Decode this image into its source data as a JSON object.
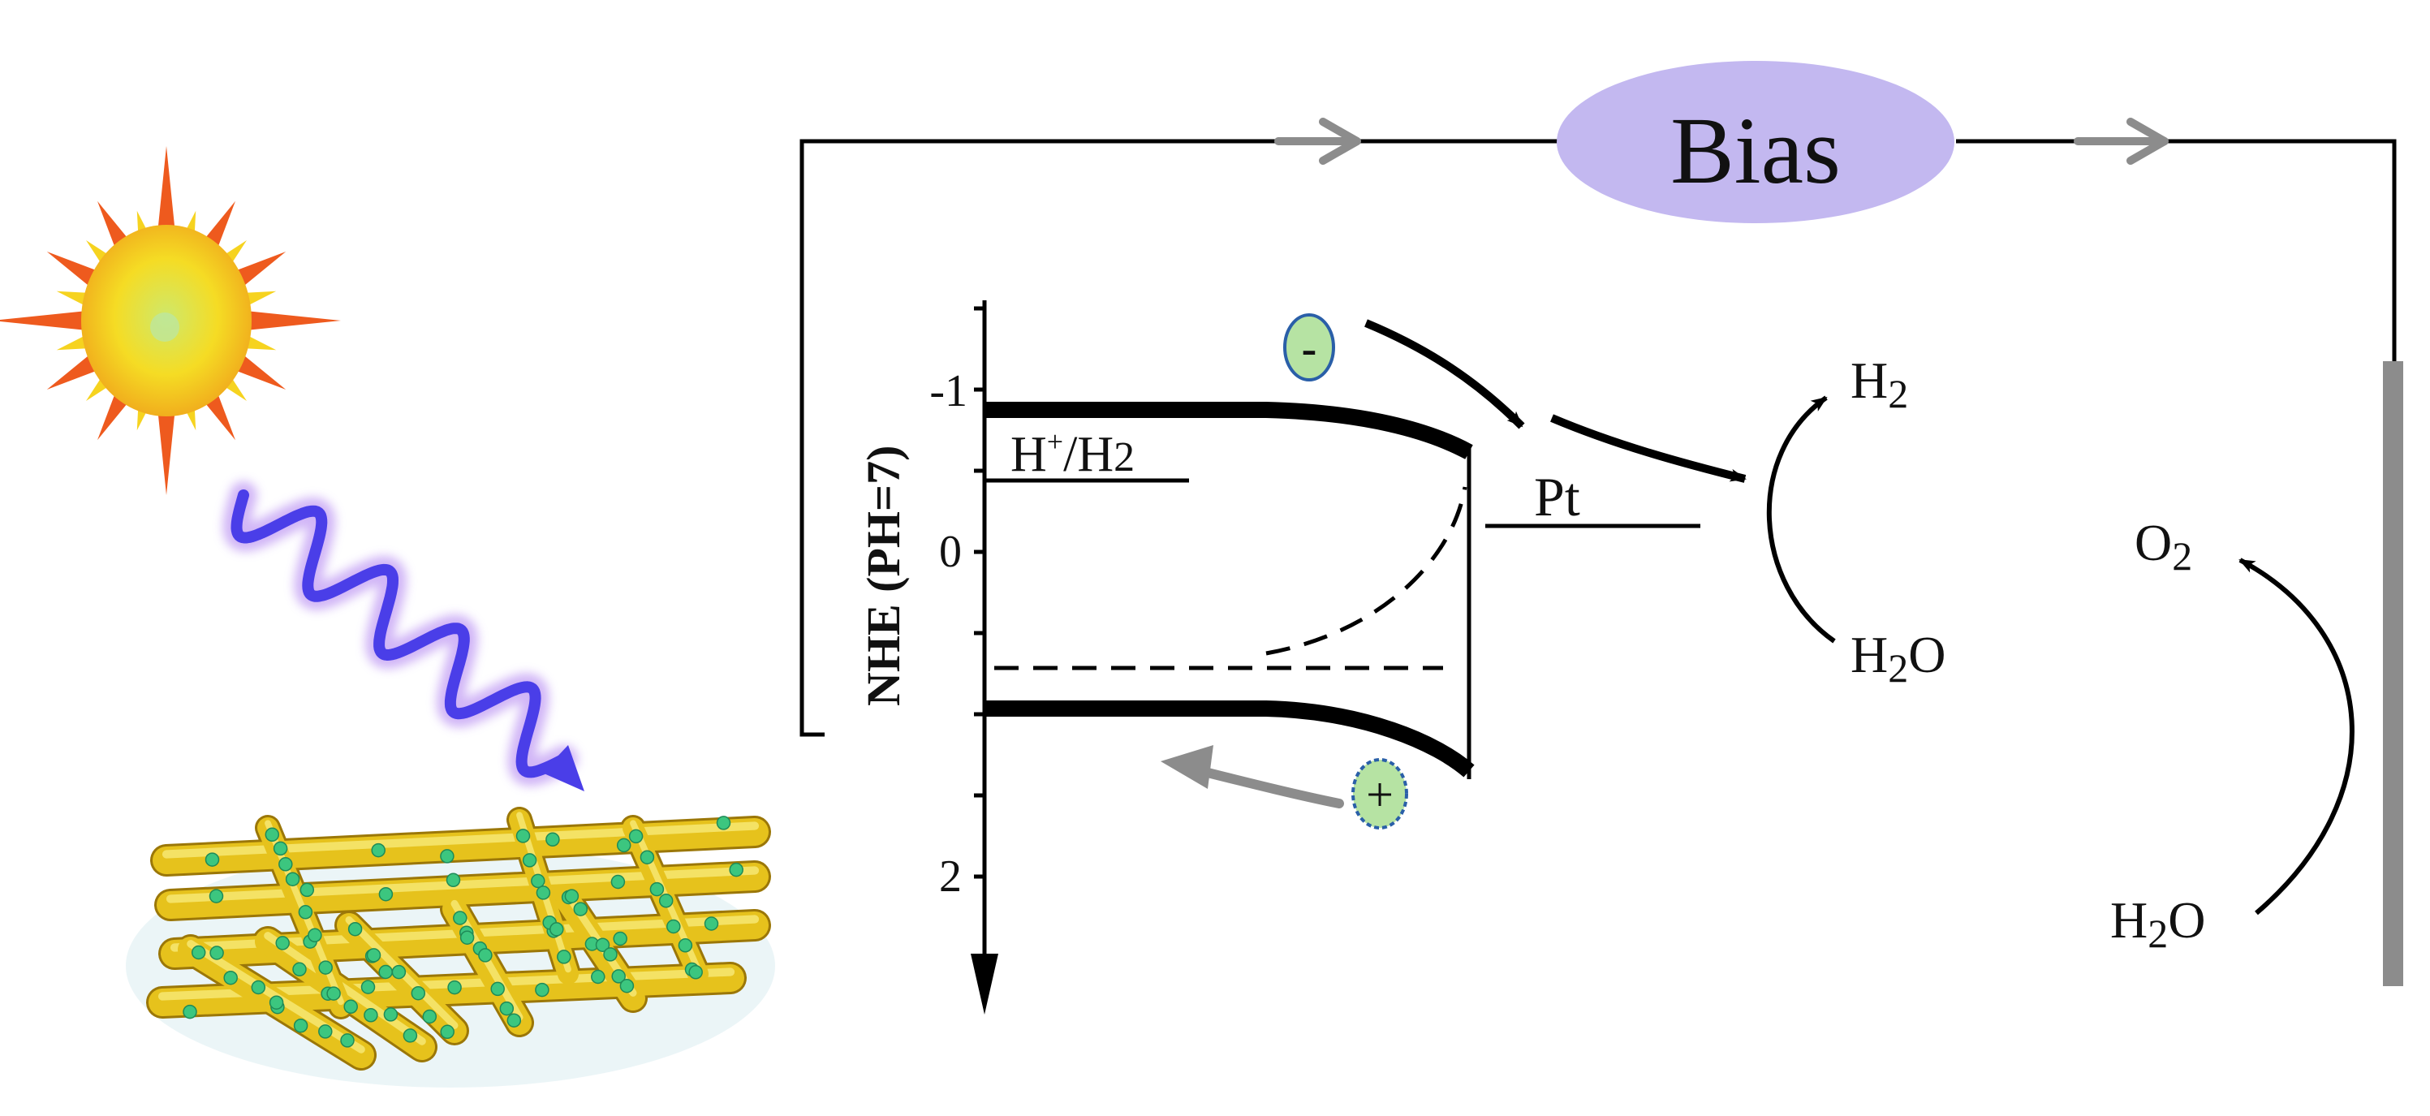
{
  "bias": {
    "label": "Bias",
    "fill": "#c3b8f0"
  },
  "axis": {
    "label": "NHE (PH=7)",
    "ticks": [
      "-1",
      "0",
      "2"
    ]
  },
  "labels": {
    "h_plus_h2_base": "H",
    "h_plus_h2_sup": "+",
    "h_plus_h2_rest": "/H",
    "h_plus_h2_sub": "2",
    "pt": "Pt",
    "h2_base": "H",
    "h2_sub": "2",
    "h2o_left_base": "H",
    "h2o_left_sub": "2",
    "h2o_left_end": "O",
    "o2_base": "O",
    "o2_sub": "2",
    "h2o_right_base": "H",
    "h2o_right_sub": "2",
    "h2o_right_end": "O"
  },
  "carriers": {
    "electron": "-",
    "hole": "+",
    "fill": "#b6e3a3"
  },
  "colors": {
    "sun_rays": "#ee5a1e",
    "sun_inner_rays": "#f6d31f",
    "sun_core": "#f5dc24",
    "photon": "#4a3ee8",
    "photon_glow": "#c9a9f5",
    "nanostructure": "#e6c21c",
    "nanoparticle": "#3cc67f",
    "flow_arrow": "#8c8c8c",
    "electrode": "#8c8c8c"
  },
  "icons": [
    "sun-icon",
    "photon-wave-icon",
    "nanorod-network-icon"
  ]
}
